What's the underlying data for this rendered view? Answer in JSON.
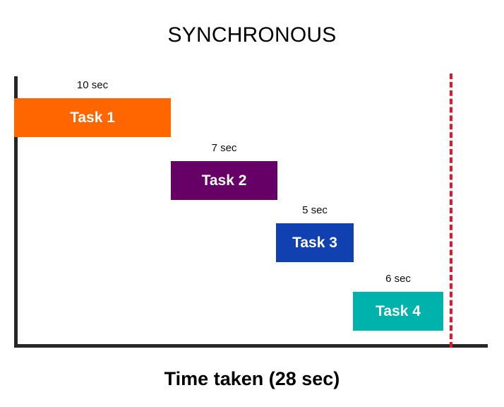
{
  "chart_data": {
    "type": "bar",
    "title": "SYNCHRONOUS",
    "caption": "Time taken (28 sec)",
    "xlabel": "Time taken (28 sec)",
    "ylabel": "",
    "orientation": "horizontal-timeline",
    "grid": false,
    "legend": "none",
    "unit": "sec",
    "total_time": 28,
    "categories": [
      "Task 1",
      "Task 2",
      "Task 3",
      "Task 4"
    ],
    "values": [
      10,
      7,
      5,
      6
    ],
    "start_times": [
      0,
      10,
      17,
      22
    ],
    "end_times": [
      10,
      17,
      22,
      28
    ],
    "duration_labels": [
      "10 sec",
      "7 sec",
      "5 sec",
      "6 sec"
    ],
    "colors": [
      "#FF6600",
      "#660066",
      "#1140B0",
      "#00B2AC"
    ],
    "axis_color": "#262626",
    "deadline_marker": {
      "label": "",
      "value": 28,
      "color": "#E8152A",
      "style": "dashed"
    },
    "bars": [
      {
        "name": "Task 1",
        "label": "Task 1",
        "duration_label": "10 sec",
        "value": 10,
        "color": "#FF6600"
      },
      {
        "name": "Task 2",
        "label": "Task 2",
        "duration_label": "7 sec",
        "value": 7,
        "color": "#660066"
      },
      {
        "name": "Task 3",
        "label": "Task 3",
        "duration_label": "5 sec",
        "value": 5,
        "color": "#1140B0"
      },
      {
        "name": "Task 4",
        "label": "Task 4",
        "duration_label": "6 sec",
        "value": 6,
        "color": "#00B2AC"
      }
    ]
  }
}
